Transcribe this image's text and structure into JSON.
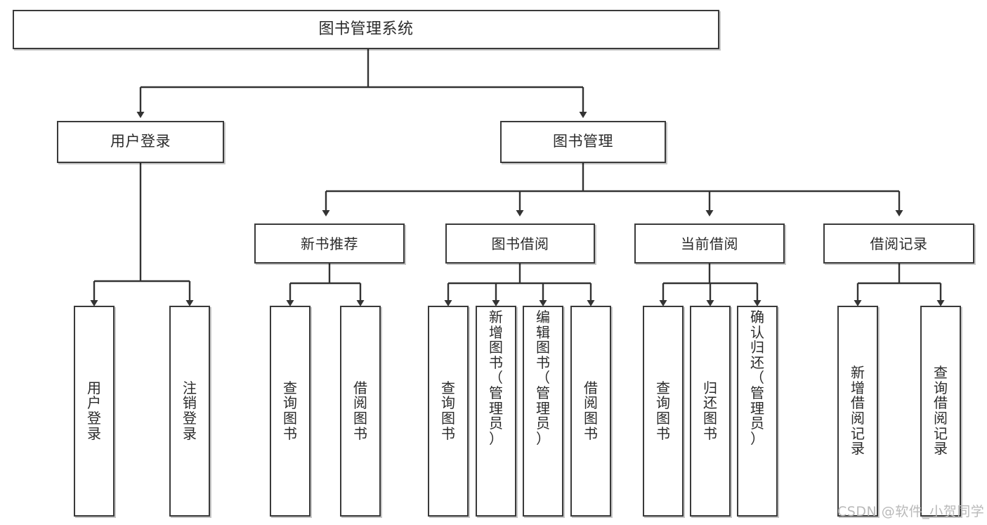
{
  "diagram": {
    "type": "tree",
    "title": "图书管理系统",
    "orientation": "top-down",
    "line_color": "#333333",
    "box_border_color": "#3a3a3a",
    "box_fill_color": "#ffffff",
    "text_color": "#2b2b2b"
  },
  "root": {
    "label": "图书管理系统"
  },
  "level1": [
    {
      "label": "用户登录"
    },
    {
      "label": "图书管理"
    }
  ],
  "level2": [
    {
      "label": "新书推荐"
    },
    {
      "label": "图书借阅"
    },
    {
      "label": "当前借阅"
    },
    {
      "label": "借阅记录"
    }
  ],
  "leaves": {
    "user_login": [
      {
        "label": "用户登录"
      },
      {
        "label": "注销登录"
      }
    ],
    "new_book": [
      {
        "label": "查询图书"
      },
      {
        "label": "借阅图书"
      }
    ],
    "book_borrow": [
      {
        "label": "查询图书"
      },
      {
        "label": "新增图书（管理员）"
      },
      {
        "label": "编辑图书（管理员）"
      },
      {
        "label": "借阅图书"
      }
    ],
    "current_borrow": [
      {
        "label": "查询图书"
      },
      {
        "label": "归还图书"
      },
      {
        "label": "确认归还（管理员）"
      }
    ],
    "borrow_record": [
      {
        "label": "新增借阅记录"
      },
      {
        "label": "查询借阅记录"
      }
    ]
  },
  "watermark": {
    "text": "CSDN @软件_小贺同学"
  }
}
